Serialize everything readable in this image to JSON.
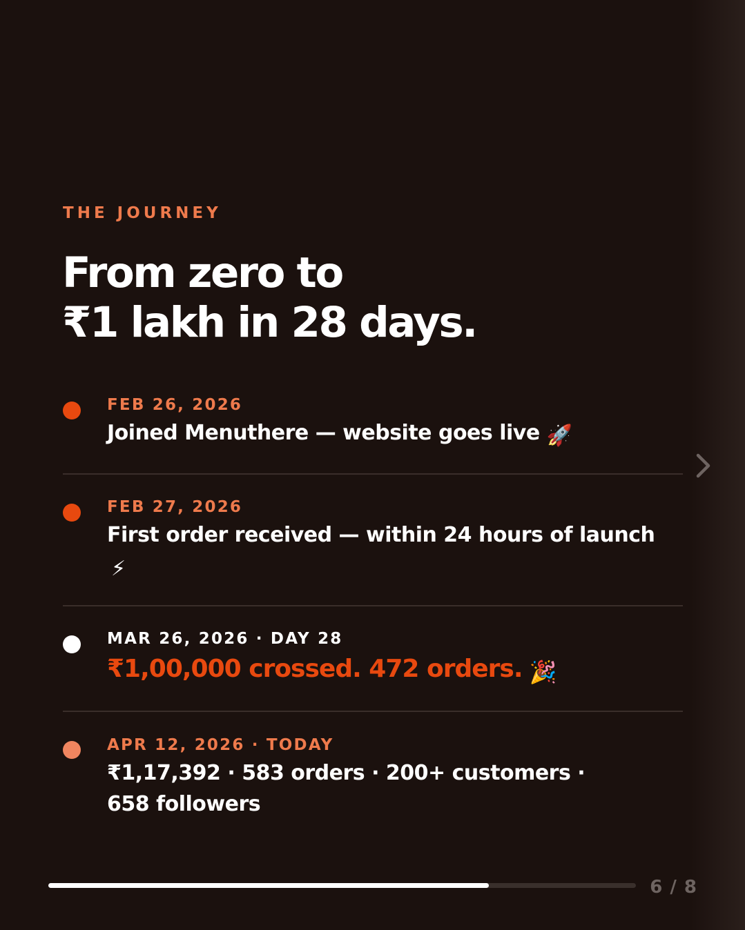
{
  "slide": {
    "eyebrow": "THE JOURNEY",
    "headline_line1": "From zero to",
    "headline_line2": "₹1 lakh in 28 days."
  },
  "timeline": [
    {
      "date": "FEB 26, 2026",
      "text": "Joined Menuthere — website goes live",
      "emoji": "🚀",
      "dot_color": "#e8490f",
      "emoji_icon": "rocket-icon"
    },
    {
      "date": "FEB 27, 2026",
      "text": "First order received — within 24 hours of launch",
      "emoji": "⚡",
      "dot_color": "#e8490f",
      "emoji_icon": "lightning-icon"
    },
    {
      "date": "MAR 26, 2026 · DAY 28",
      "text": "₹1,00,000 crossed. 472 orders.",
      "emoji": "🎉",
      "dot_color": "#ffffff",
      "emoji_icon": "party-popper-icon"
    },
    {
      "date": "APR 12, 2026 · TODAY",
      "text": "₹1,17,392 · 583 orders · 200+ customers · 658 followers",
      "dot_color": "#f0855f"
    }
  ],
  "navigation": {
    "next_icon": "chevron-right-icon",
    "page_indicator": "6 / 8",
    "progress_fraction": 0.75
  },
  "colors": {
    "background": "#1b110e",
    "accent": "#e8490f",
    "accent_light": "#ee7a4c",
    "text": "#ffffff"
  }
}
